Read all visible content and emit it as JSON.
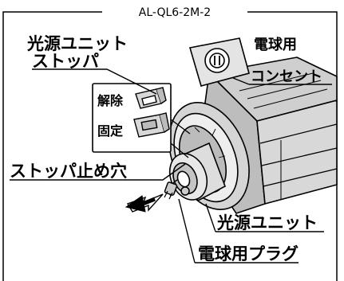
{
  "figure": {
    "title": "AL-QL6-2M-2",
    "labels": {
      "lamp_unit_stopper_line1": "光源ユニット",
      "lamp_unit_stopper_line2": "ストッパ",
      "bulb_outlet_line1": "電球用",
      "bulb_outlet_line2": "コンセント",
      "release": "解除",
      "fix": "固定",
      "stopper_hole": "ストッパ止め穴",
      "lamp_unit": "光源ユニット",
      "bulb_plug": "電球用プラグ"
    }
  }
}
